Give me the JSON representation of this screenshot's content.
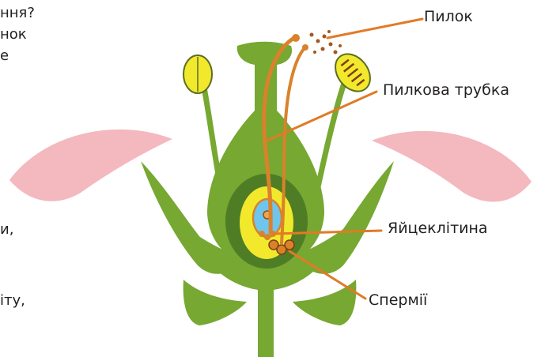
{
  "side_text": {
    "line_1": "ння?",
    "line_2": "нок",
    "line_3": "е",
    "line_4": "и,",
    "line_5": "іту,"
  },
  "labels": {
    "pollen": "Пилок",
    "pollen_tube": "Пилкова трубка",
    "egg_cell": "Яйцеклітина",
    "sperm": "Спермії"
  },
  "colors": {
    "petal": "#f4b8bf",
    "plant_green": "#76a832",
    "dark_green": "#4f7d25",
    "ovary_yellow": "#f2e92d",
    "pollen_orange": "#d9822b",
    "sac_blue": "#6ec6ee",
    "leader_line": "#e07b26"
  }
}
